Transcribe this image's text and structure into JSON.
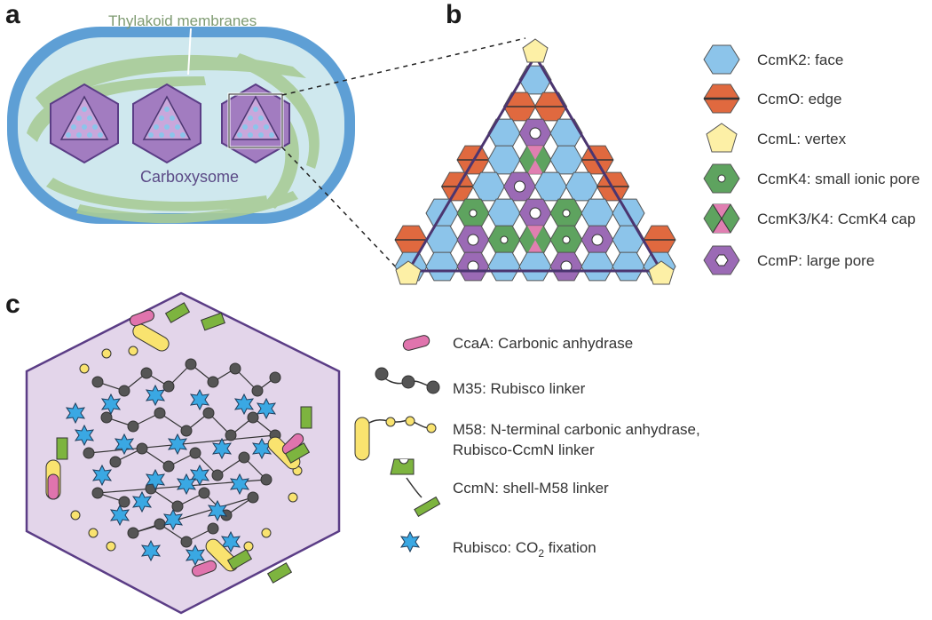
{
  "panels": {
    "a": "a",
    "b": "b",
    "c": "c"
  },
  "panel_a": {
    "thylakoid_label": "Thylakoid membranes",
    "carboxysome_label": "Carboxysome"
  },
  "legend_b": [
    {
      "key": "ccmk2",
      "label": "CcmK2: face",
      "shape": "hexagon",
      "color": "#8cc4ea"
    },
    {
      "key": "ccmo",
      "label": "CcmO: edge",
      "shape": "hexagon-split",
      "color": "#e0693f"
    },
    {
      "key": "ccml",
      "label": "CcmL: vertex",
      "shape": "pentagon",
      "color": "#fdf0a6"
    },
    {
      "key": "ccmk4",
      "label": "CcmK4: small ionic pore",
      "shape": "hexagon-pore",
      "color": "#5ea35f"
    },
    {
      "key": "ccmk3k4",
      "label": "CcmK3/K4: CcmK4 cap",
      "shape": "hexagon-cap",
      "color": "#5ea35f",
      "accent": "#e07fb1"
    },
    {
      "key": "ccmp",
      "label": "CcmP: large pore",
      "shape": "hexagon-largepore",
      "color": "#9b6ab5"
    }
  ],
  "legend_c": [
    {
      "key": "ccaa",
      "label": "CcaA: Carbonic anhydrase"
    },
    {
      "key": "m35",
      "label": "M35: Rubisco linker"
    },
    {
      "key": "m58_line1",
      "label": "M58: N-terminal carbonic anhydrase,"
    },
    {
      "key": "m58_line2",
      "label": "Rubisco-CcmN linker"
    },
    {
      "key": "ccmn",
      "label": "CcmN: shell-M58 linker"
    },
    {
      "key": "rubisco_prefix",
      "label": "Rubisco: CO"
    },
    {
      "key": "rubisco_sub",
      "label": "2"
    },
    {
      "key": "rubisco_suffix",
      "label": " fixation"
    }
  ],
  "colors": {
    "cell_outer": "#5e9fd5",
    "cell_inner": "#cfe8ee",
    "thylakoid": "#a9cc97",
    "shell_purple": "#a27cc0",
    "carboxysome_fill": "#e3d5ea",
    "pink": "#e074ad",
    "yellow": "#f9e36f",
    "green": "#7db43f",
    "gray": "#555555",
    "rubisco": "#3aa8e3"
  }
}
